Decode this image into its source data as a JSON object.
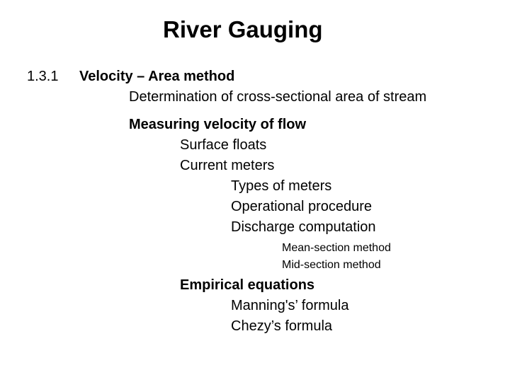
{
  "slide": {
    "title": "River Gauging",
    "section": {
      "number": "1.3.1",
      "title": "Velocity – Area method",
      "items": {
        "cross_section": "Determination of cross-sectional area of stream",
        "measuring": "Measuring velocity of flow",
        "surface_floats": "Surface floats",
        "current_meters": "Current meters",
        "types_of_meters": "Types of meters",
        "operational_procedure": "Operational procedure",
        "discharge_computation": "Discharge computation",
        "mean_section": "Mean-section method",
        "mid_section": "Mid-section method",
        "empirical_equations": "Empirical equations",
        "mannings_formula": "Manning's’ formula",
        "chezys_formula": "Chezy’s formula"
      }
    }
  }
}
